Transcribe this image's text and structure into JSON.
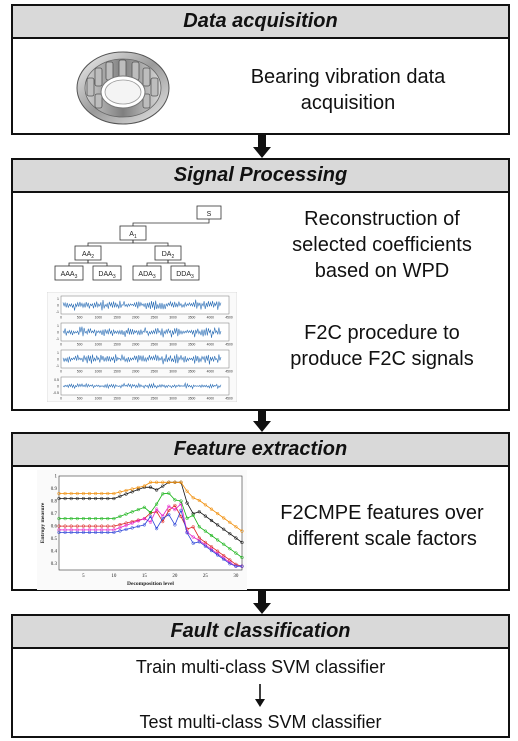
{
  "stages": [
    {
      "title": "Data acquisition",
      "texts": [
        "Bearing vibration data acquisition"
      ]
    },
    {
      "title": "Signal Processing",
      "texts": [
        "Reconstruction of selected coefficients based on WPD",
        "F2C procedure to produce F2C signals"
      ]
    },
    {
      "title": "Feature extraction",
      "texts": [
        "F2CMPE features over different scale factors"
      ]
    },
    {
      "title": "Fault classification",
      "texts": [
        "Train multi-class SVM classifier",
        "Test multi-class SVM classifier"
      ]
    }
  ],
  "wpd_tree": {
    "root": "S",
    "level1": "A",
    "level1_sub": "1",
    "level2": [
      {
        "t": "AA",
        "s": "2"
      },
      {
        "t": "DA",
        "s": "2"
      }
    ],
    "level3": [
      {
        "t": "AAA",
        "s": "3"
      },
      {
        "t": "DAA",
        "s": "3"
      },
      {
        "t": "ADA",
        "s": "3"
      },
      {
        "t": "DDA",
        "s": "3"
      }
    ]
  },
  "signal_plots": {
    "x_ticks": [
      "0",
      "500",
      "1000",
      "1500",
      "2000",
      "2500",
      "3000",
      "3500",
      "4000",
      "4500"
    ],
    "y_ticks": [
      [
        "1",
        "0",
        "-1"
      ],
      [
        "1",
        "0",
        "-1"
      ],
      [
        "1",
        "0",
        "-1"
      ],
      [
        "0.5",
        "0",
        "-0.5"
      ]
    ]
  },
  "entropy_chart": {
    "xlabel": "Decomposition level",
    "ylabel": "Entropy measure",
    "x_ticks": [
      "5",
      "10",
      "15",
      "20",
      "25",
      "30"
    ],
    "y_ticks": [
      "1",
      "0.9",
      "0.8",
      "0.7",
      "0.6",
      "0.5",
      "0.4",
      "0.3"
    ]
  },
  "colors": {
    "header_bg": "#d9d9d9",
    "border": "#111111",
    "signal": "#2a6db5"
  }
}
